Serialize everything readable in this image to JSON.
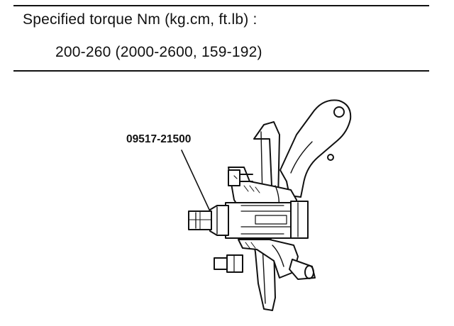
{
  "spec": {
    "label": "Specified torque Nm (kg.cm, ft.lb) :",
    "value": "200-260 (2000-2600, 159-192)"
  },
  "callout": {
    "part_number": "09517-21500"
  },
  "colors": {
    "ink": "#111111",
    "paper": "#ffffff"
  }
}
